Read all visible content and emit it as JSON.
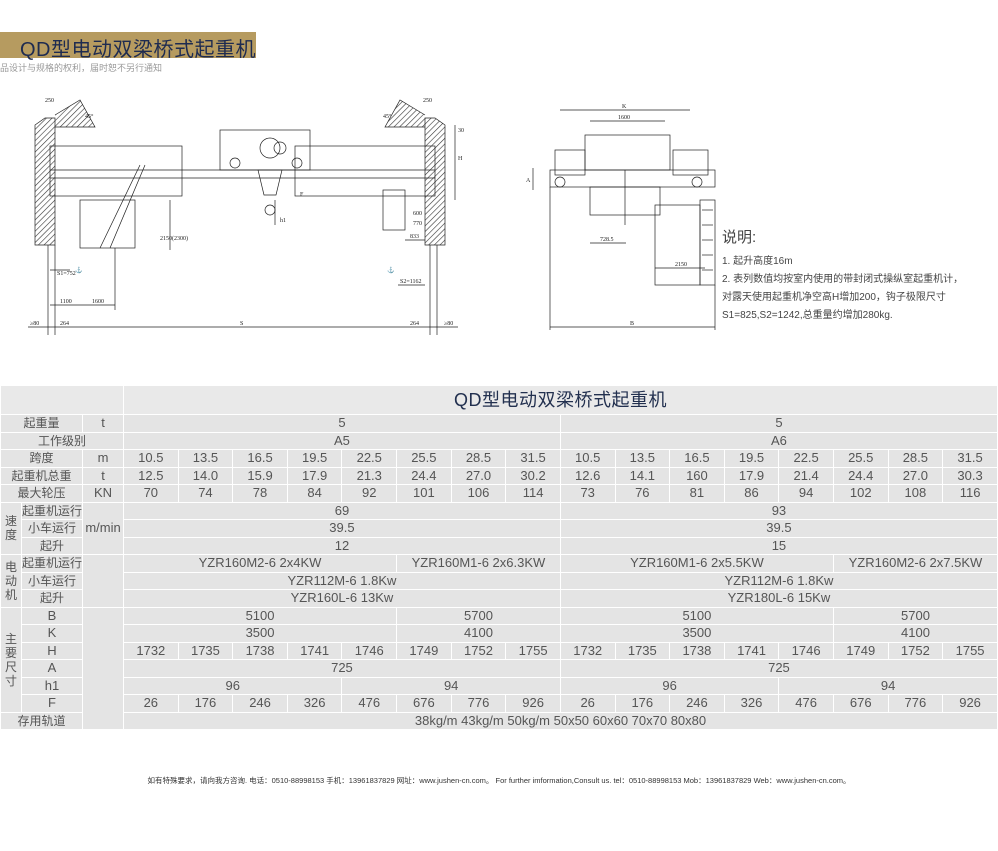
{
  "header": {
    "title": "QD型电动双梁桥式起重机",
    "subnote": "品设计与规格的权利，届时恕不另行通知"
  },
  "drawing_left": {
    "d250a": "250",
    "d250b": "250",
    "angle_l": "45°",
    "angle_r": "45°",
    "d30": "30",
    "H": "H",
    "F": "F",
    "h1": "h1",
    "d600": "600",
    "d770": "770",
    "d833": "833",
    "d1100": "1100",
    "d1600": "1600",
    "s1": "S1=752",
    "s2": "S2=1162",
    "ge80a": "≥80",
    "d264a": "264",
    "S": "S",
    "d264b": "264",
    "ge80b": "≥80",
    "cab": "2150(2300)"
  },
  "drawing_right": {
    "K": "K",
    "d1600": "1600",
    "A": "A",
    "d728": "728.5",
    "d2150": "2150",
    "B": "B"
  },
  "notes": {
    "heading": "说明:",
    "lines": [
      "1. 起升高度16m",
      "2. 表列数值均按室内使用的带封闭式操纵室起重机计，",
      "对露天使用起重机净空高H增加200，钩子极限尺寸",
      "S1=825,S2=1242,总重量约增加280kg."
    ]
  },
  "table": {
    "title": "QD型电动双梁桥式起重机",
    "capacity": {
      "label": "起重量",
      "unit": "t",
      "a5": "5",
      "a6": "5"
    },
    "duty": {
      "label": "工作级别",
      "a5": "A5",
      "a6": "A6"
    },
    "span": {
      "label": "跨度",
      "unit": "m",
      "values": [
        "10.5",
        "13.5",
        "16.5",
        "19.5",
        "22.5",
        "25.5",
        "28.5",
        "31.5",
        "10.5",
        "13.5",
        "16.5",
        "19.5",
        "22.5",
        "25.5",
        "28.5",
        "31.5"
      ]
    },
    "weight": {
      "label": "起重机总重",
      "unit": "t",
      "values": [
        "12.5",
        "14.0",
        "15.9",
        "17.9",
        "21.3",
        "24.4",
        "27.0",
        "30.2",
        "12.6",
        "14.1",
        "160",
        "17.9",
        "21.4",
        "24.4",
        "27.0",
        "30.3"
      ]
    },
    "wheel": {
      "label": "最大轮压",
      "unit": "KN",
      "values": [
        "70",
        "74",
        "78",
        "84",
        "92",
        "101",
        "106",
        "114",
        "73",
        "76",
        "81",
        "86",
        "94",
        "102",
        "108",
        "116"
      ]
    },
    "speed": {
      "group": "速度",
      "unit": "m/min",
      "crane": {
        "label": "起重机运行",
        "a5": "69",
        "a6": "93"
      },
      "trolley": {
        "label": "小车运行",
        "a5": "39.5",
        "a6": "39.5"
      },
      "hoist": {
        "label": "起升",
        "a5": "12",
        "a6": "15"
      }
    },
    "motor": {
      "group": "电动机",
      "crane": {
        "label": "起重机运行",
        "values": [
          "YZR160M2-6   2x4KW",
          "YZR160M1-6   2x6.3KW",
          "YZR160M1-6   2x5.5KW",
          "YZR160M2-6   2x7.5KW"
        ]
      },
      "trolley": {
        "label": "小车运行",
        "a5": "YZR112M-6   1.8Kw",
        "a6": "YZR112M-6   1.8Kw"
      },
      "hoist": {
        "label": "起升",
        "a5": "YZR160L-6   13Kw",
        "a6": "YZR180L-6   15Kw"
      }
    },
    "dims": {
      "group": "主要尺寸",
      "B": {
        "label": "B",
        "values": [
          "5100",
          "5700",
          "5100",
          "5700"
        ]
      },
      "K": {
        "label": "K",
        "values": [
          "3500",
          "4100",
          "3500",
          "4100"
        ]
      },
      "H": {
        "label": "H",
        "values": [
          "1732",
          "1735",
          "1738",
          "1741",
          "1746",
          "1749",
          "1752",
          "1755",
          "1732",
          "1735",
          "1738",
          "1741",
          "1746",
          "1749",
          "1752",
          "1755"
        ]
      },
      "A": {
        "label": "A",
        "a5": "725",
        "a6": "725"
      },
      "h1": {
        "label": "h1",
        "values": [
          "96",
          "94",
          "96",
          "94"
        ]
      },
      "F": {
        "label": "F",
        "values": [
          "26",
          "176",
          "246",
          "326",
          "476",
          "676",
          "776",
          "926",
          "26",
          "176",
          "246",
          "326",
          "476",
          "676",
          "776",
          "926"
        ]
      }
    },
    "rail": {
      "label": "存用轨道",
      "value": "38kg/m  43kg/m  50kg/m  50x50  60x60  70x70  80x80"
    }
  },
  "footer": {
    "text": "如有特殊要求，请向我方咨询. 电话：0510-88998153  手机：13961837829 网址：www.jushen-cn.com。 For further imformation,Consult us. tel：0510-88998153 Mob：13961837829 Web：www.jushen-cn.com。"
  }
}
